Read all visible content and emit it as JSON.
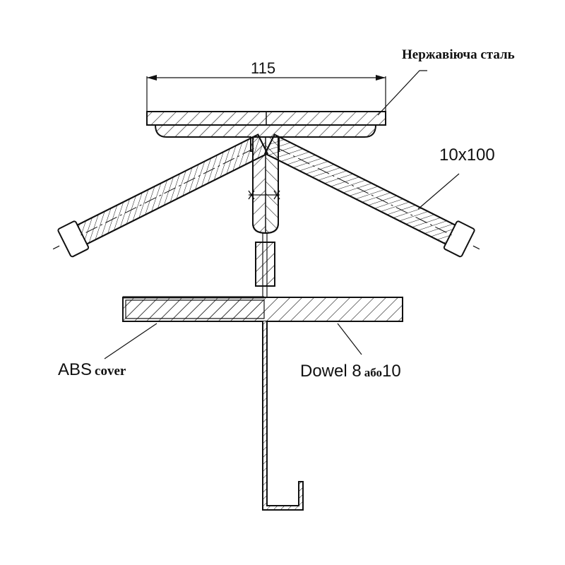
{
  "dimension": {
    "value": "115"
  },
  "labels": {
    "material": "Нержавіюча сталь",
    "bolt": "10x100",
    "abs_main": "ABS",
    "abs_sub": "cover",
    "dowel_main": "Dowel 8",
    "dowel_or": "або",
    "dowel_size": "10"
  },
  "colors": {
    "ink": "#111111",
    "background": "#ffffff"
  }
}
